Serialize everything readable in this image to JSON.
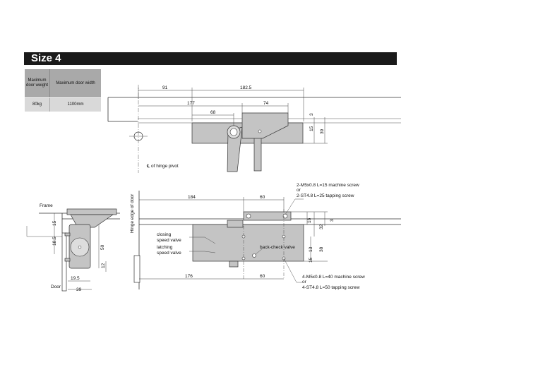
{
  "title": "Size 4",
  "spec_table": {
    "col1_header": "Maximum door weight",
    "col2_header": "Maximum door width",
    "weight": "80kg",
    "width": "1100mm"
  },
  "top_view": {
    "dim_91": "91",
    "dim_182_5": "182.5",
    "dim_177": "177",
    "dim_74": "74",
    "dim_68": "68",
    "dim_3": "3",
    "dim_15": "15",
    "dim_39": "39",
    "hinge_pivot_label": "℄ of hinge pivot"
  },
  "side_view": {
    "frame_label": "Frame",
    "door_label": "Door",
    "dim_15": "15",
    "dim_18_5": "18.5",
    "dim_50": "50",
    "dim_12": "12",
    "dim_19_5": "19.5",
    "dim_39": "39"
  },
  "front_view": {
    "hinge_edge_label": "Hinge edge of door",
    "dim_184": "184",
    "dim_60_top": "60",
    "dim_176": "176",
    "dim_60_bottom": "60",
    "dim_16": "16",
    "dim_32": "32",
    "dim_3": "3",
    "dim_13": "13",
    "dim_38": "38",
    "dim_15": "15",
    "closing_valve_1": "closing",
    "closing_valve_2": "speed valve",
    "latching_valve_1": "latching",
    "latching_valve_2": "speed valve",
    "back_check_label": "back-check valve",
    "screw_top_1": "2-M5x0.8 L=15 machine screw",
    "screw_top_2": "or",
    "screw_top_3": "2-ST4.8 L=25 tapping screw",
    "screw_bottom_1": "4-M5x0.8 L=40 machine screw",
    "screw_bottom_2": "or",
    "screw_bottom_3": "4-ST4.8 L=50 tapping screw"
  }
}
